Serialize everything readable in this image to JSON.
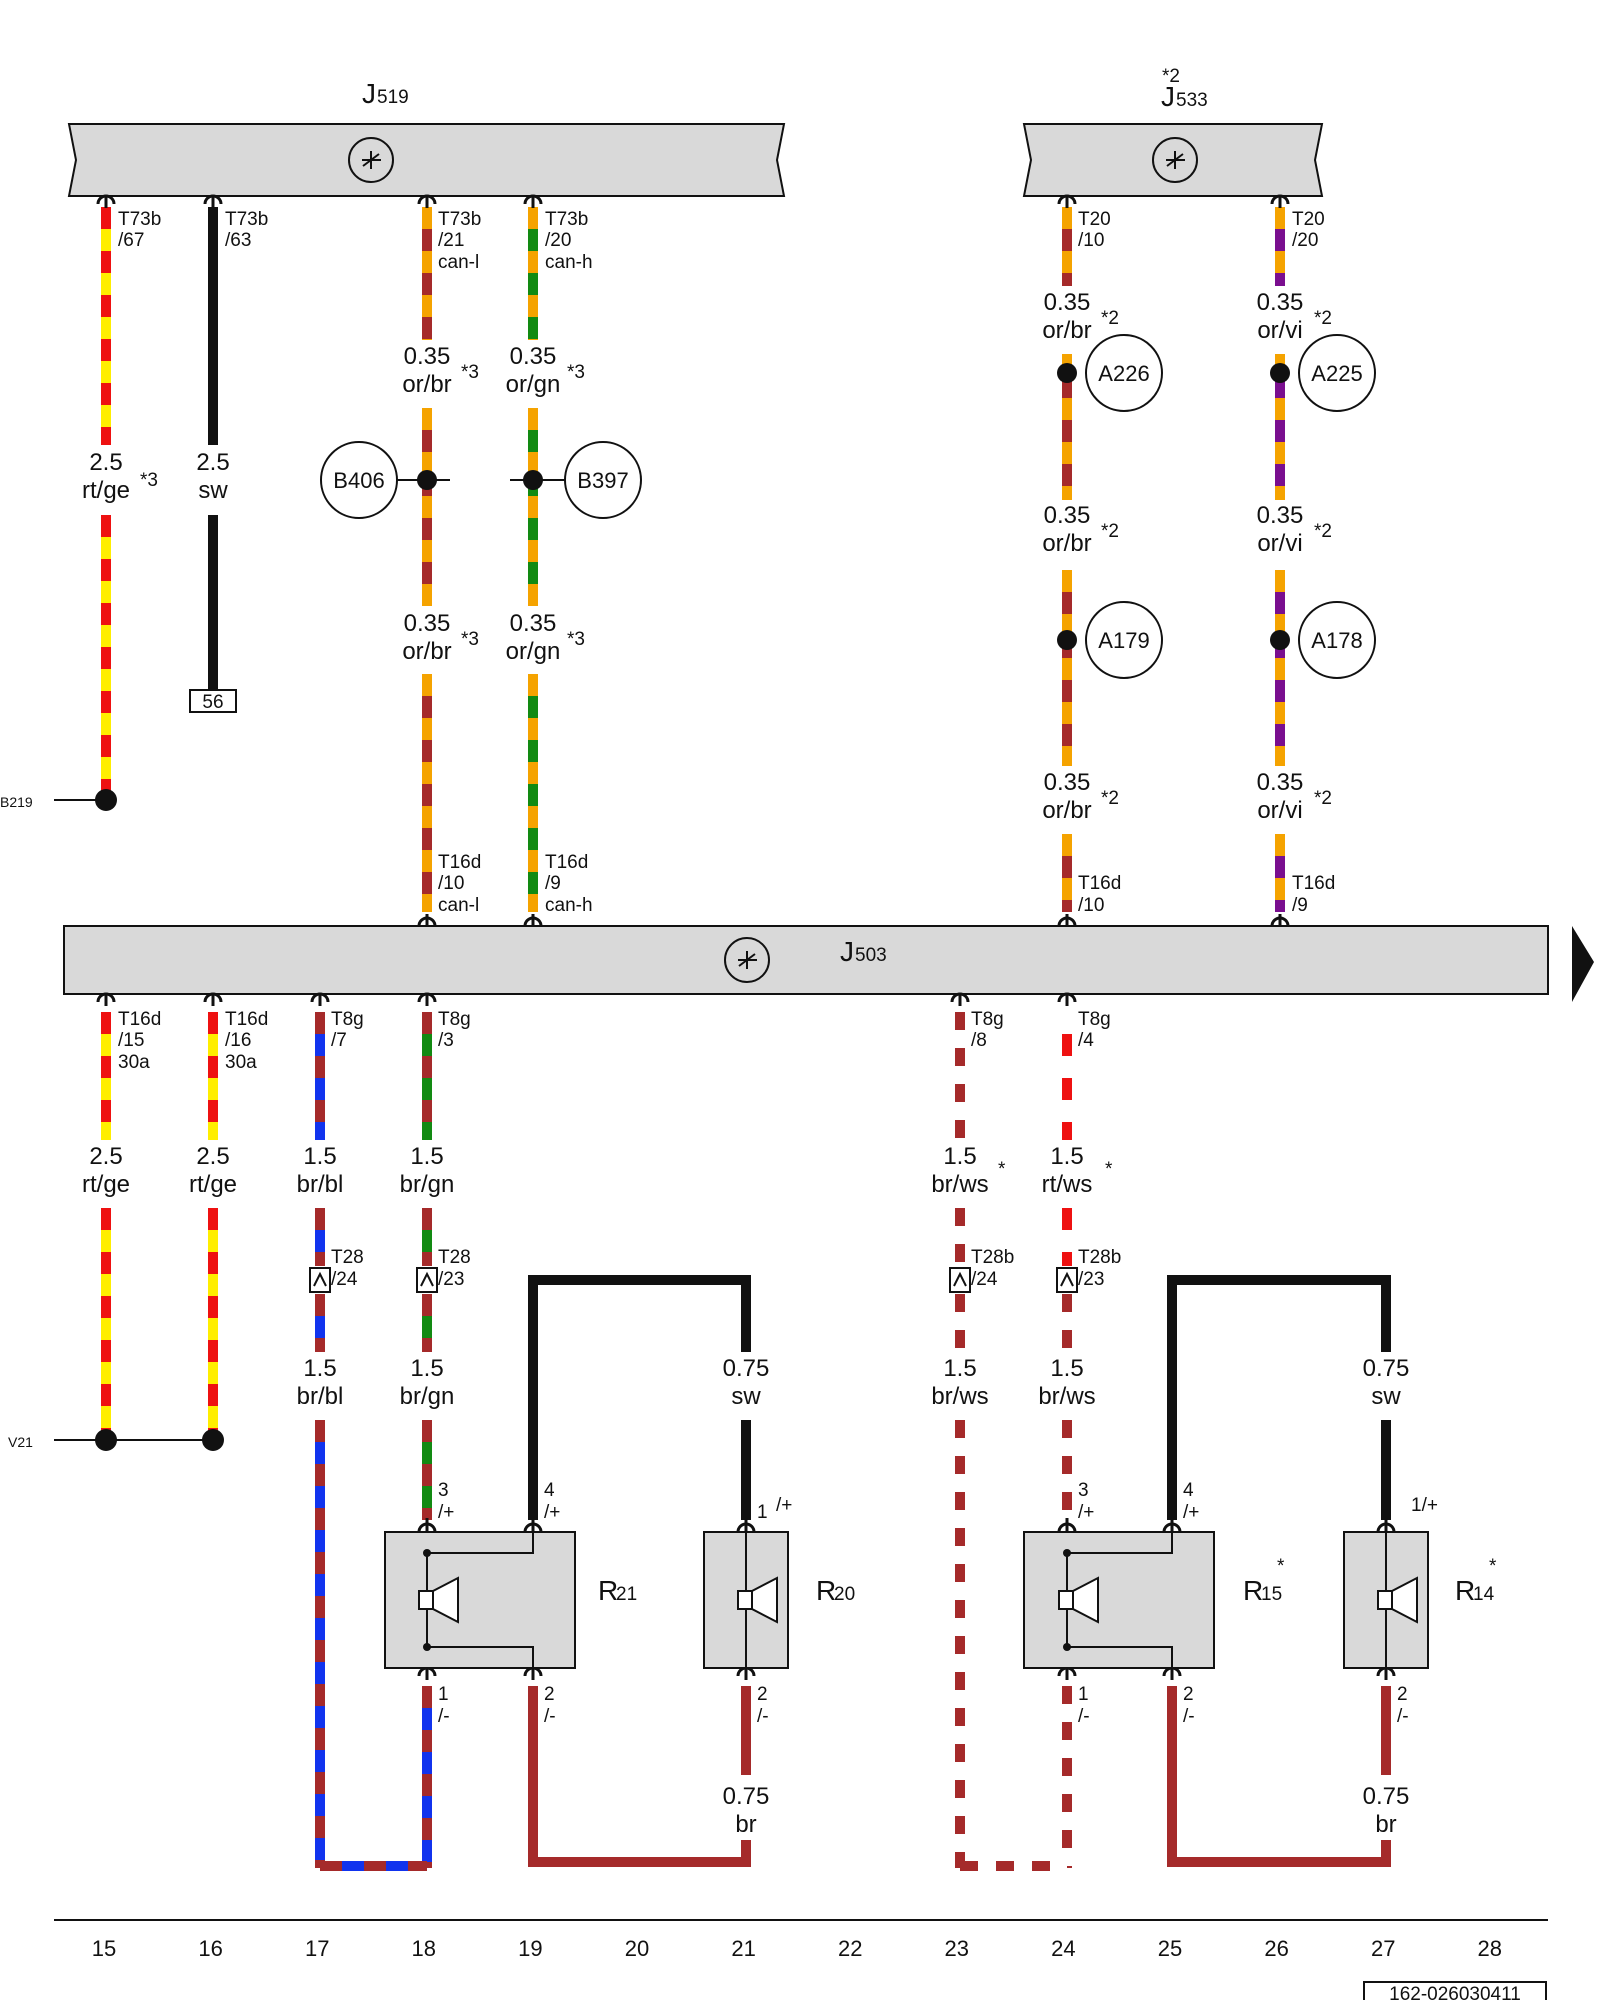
{
  "units": {
    "J519": {
      "name": "J",
      "sub": "519"
    },
    "J533": {
      "name": "J",
      "sub": "533",
      "note": "*2"
    },
    "J503": {
      "name": "J",
      "sub": "503"
    }
  },
  "terminals": {
    "t15": [
      "T73b",
      "/67"
    ],
    "t16": [
      "T73b",
      "/63"
    ],
    "t18a": [
      "T73b",
      "/21",
      "can-l"
    ],
    "t19a": [
      "T73b",
      "/20",
      "can-h"
    ],
    "t24a": [
      "T20",
      "/10"
    ],
    "t26a": [
      "T20",
      "/20"
    ],
    "t18b": [
      "T16d",
      "/10",
      "can-l"
    ],
    "t19b": [
      "T16d",
      "/9",
      "can-h"
    ],
    "t24b": [
      "T16d",
      "/10"
    ],
    "t26b": [
      "T16d",
      "/9"
    ],
    "t15c": [
      "T16d",
      "/15",
      "30a"
    ],
    "t16c": [
      "T16d",
      "/16",
      "30a"
    ],
    "t17c": [
      "T8g",
      "/7"
    ],
    "t18c": [
      "T8g",
      "/3"
    ],
    "t23c": [
      "T8g",
      "/8"
    ],
    "t24c": [
      "T8g",
      "/4"
    ],
    "t17d": [
      "T28",
      "/24"
    ],
    "t18d": [
      "T28",
      "/23"
    ],
    "t23d": [
      "T28b",
      "/24"
    ],
    "t24d": [
      "T28b",
      "/23"
    ]
  },
  "wire_labels": {
    "w15a": [
      "2.5",
      "rt/ge",
      "*3"
    ],
    "w16a": [
      "2.5",
      "sw",
      ""
    ],
    "w18a": [
      "0.35",
      "or/br",
      "*3"
    ],
    "w19a": [
      "0.35",
      "or/gn",
      "*3"
    ],
    "w18b": [
      "0.35",
      "or/br",
      "*3"
    ],
    "w19b": [
      "0.35",
      "or/gn",
      "*3"
    ],
    "w24a": [
      "0.35",
      "or/br",
      "*2"
    ],
    "w26a": [
      "0.35",
      "or/vi",
      "*2"
    ],
    "w24b": [
      "0.35",
      "or/br",
      "*2"
    ],
    "w26b": [
      "0.35",
      "or/vi",
      "*2"
    ],
    "w24c": [
      "0.35",
      "or/br",
      "*2"
    ],
    "w26c": [
      "0.35",
      "or/vi",
      "*2"
    ],
    "w15b": [
      "2.5",
      "rt/ge",
      ""
    ],
    "w16b": [
      "2.5",
      "rt/ge",
      ""
    ],
    "w17b": [
      "1.5",
      "br/bl",
      ""
    ],
    "w18c": [
      "1.5",
      "br/gn",
      ""
    ],
    "w23b": [
      "1.5",
      "br/ws",
      "*"
    ],
    "w24e": [
      "1.5",
      "rt/ws",
      "*"
    ],
    "w17c": [
      "1.5",
      "br/bl",
      ""
    ],
    "w18e": [
      "1.5",
      "br/gn",
      ""
    ],
    "w21a": [
      "0.75",
      "sw",
      ""
    ],
    "w23c": [
      "1.5",
      "br/ws",
      ""
    ],
    "w24f": [
      "1.5",
      "br/ws",
      ""
    ],
    "w27a": [
      "0.75",
      "sw",
      ""
    ],
    "w21b": [
      "0.75",
      "br",
      ""
    ],
    "w27b": [
      "0.75",
      "br",
      ""
    ]
  },
  "connectors": {
    "B406": "B406",
    "B397": "B397",
    "A226": "A226",
    "A225": "A225",
    "A179": "A179",
    "A178": "A178",
    "ref56": "56",
    "B219": "B219",
    "V21": "V21"
  },
  "speakers": {
    "R21": {
      "name": "R",
      "sub": "21",
      "star": "",
      "p1": [
        "3",
        "/+"
      ],
      "p2": [
        "4",
        "/+"
      ],
      "p3": [
        "1",
        "/-"
      ],
      "p4": [
        "2",
        "/-"
      ]
    },
    "R20": {
      "name": "R",
      "sub": "20",
      "star": "",
      "p1": [
        "1",
        "/+"
      ],
      "p3": [
        "2",
        "/-"
      ]
    },
    "R15": {
      "name": "R",
      "sub": "15",
      "star": "*",
      "p1": [
        "3",
        "/+"
      ],
      "p2": [
        "4",
        "/+"
      ],
      "p3": [
        "1",
        "/-"
      ],
      "p4": [
        "2",
        "/-"
      ]
    },
    "R14": {
      "name": "R",
      "sub": "14",
      "star": "*",
      "p1": [
        "1/+",
        ""
      ],
      "p3": [
        "2",
        "/-"
      ]
    }
  },
  "tracks": [
    "15",
    "16",
    "17",
    "18",
    "19",
    "20",
    "21",
    "22",
    "23",
    "24",
    "25",
    "26",
    "27",
    "28"
  ],
  "doc_id": "162-026030411",
  "colors": {
    "red": "#ee1111",
    "yellow": "#ffee00",
    "black": "#111111",
    "orange": "#f5a300",
    "brown": "#a52a2a",
    "green": "#128a12",
    "violet": "#7a0f8f",
    "blue": "#1133ee",
    "white": "#ffffff",
    "box": "#d9d9d9"
  }
}
